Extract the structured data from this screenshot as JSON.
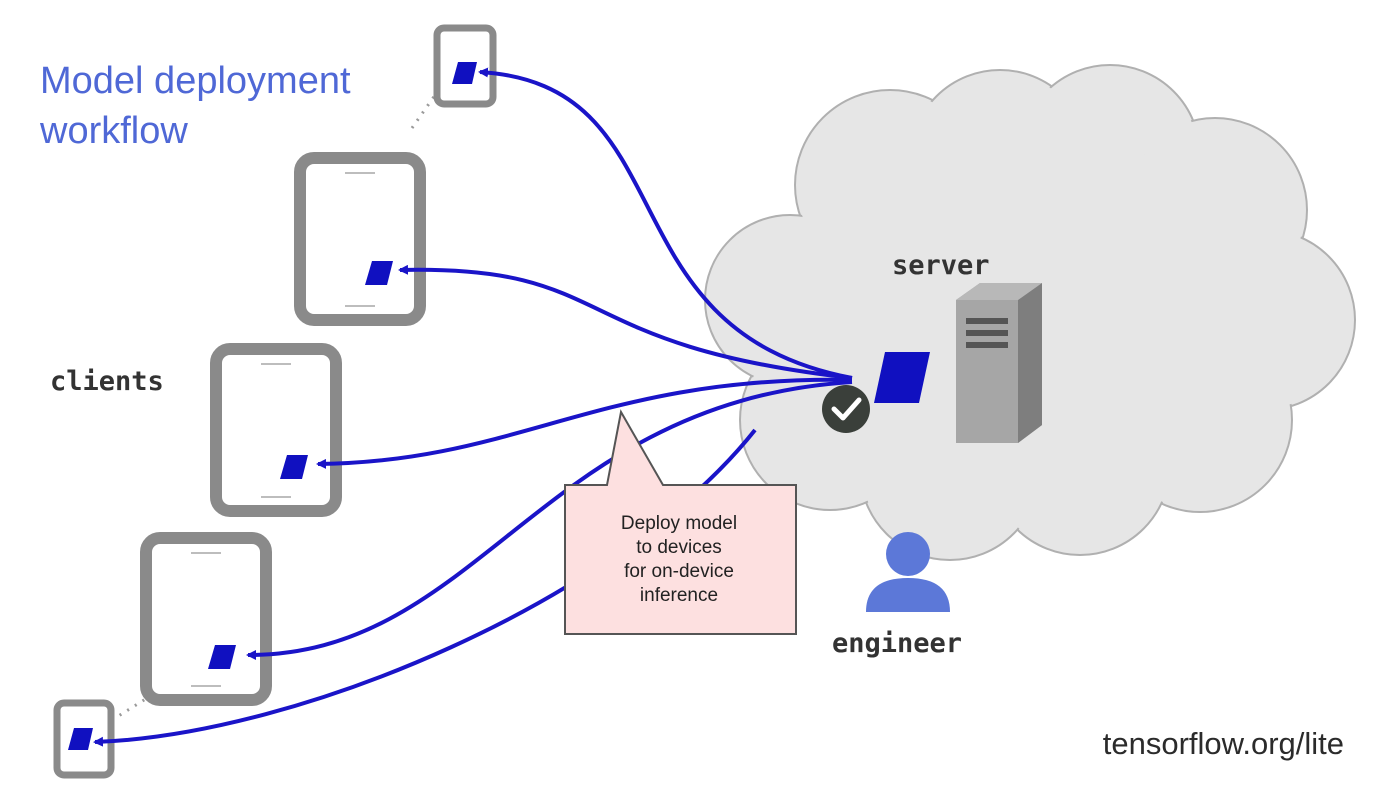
{
  "title": {
    "line1": "Model deployment",
    "line2": "workflow"
  },
  "labels": {
    "server": "server",
    "clients": "clients",
    "engineer": "engineer",
    "callout": "Deploy model\nto devices\nfor on-device\ninference"
  },
  "footer": "tensorflow.org/lite",
  "colors": {
    "arrow": "#1a14c8",
    "model": "#1010c0",
    "device_frame": "#8a8a8a",
    "cloud_fill": "#e6e6e6",
    "cloud_stroke": "#b0b0b0",
    "callout_fill": "#fde0e0",
    "title": "#4f68d6",
    "engineer_icon": "#5c78d8",
    "check_badge": "#3a3f3a"
  },
  "icons": [
    "server-icon",
    "engineer-icon",
    "check-icon",
    "model-icon",
    "device-icon"
  ]
}
